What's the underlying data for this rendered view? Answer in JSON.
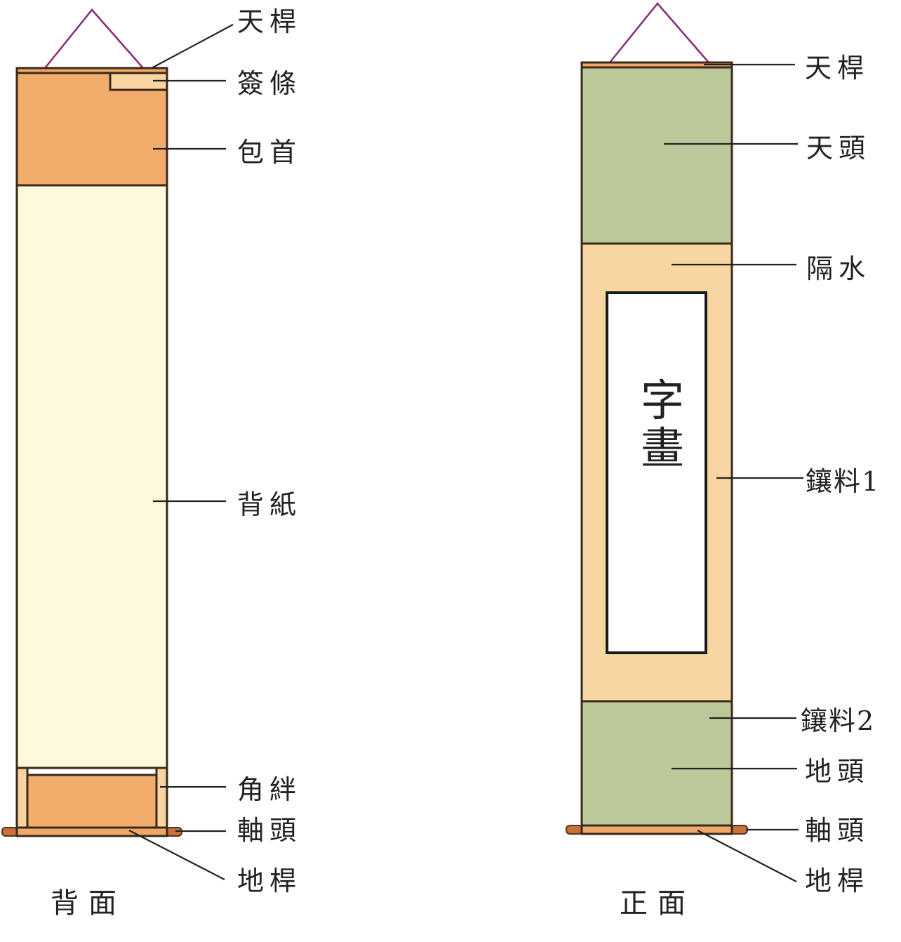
{
  "colors": {
    "hanger_cord": "#8b2a7a",
    "rod": "#f0a868",
    "baoshou": "#f2ad6c",
    "label_strip": "#f8d4a0",
    "backing_paper": "#fef9dc",
    "tiantou_ditou": "#bbc99a",
    "mount_border": "#f8d6a2",
    "artwork": "#ffffff",
    "roller_end": "#c8703e",
    "outline": "#3a2a1a"
  },
  "back_view": {
    "title": "背面",
    "labels": {
      "top_rod": "天桿",
      "label_strip": "簽條",
      "head_wrap": "包首",
      "backing_paper": "背紙",
      "corner_strip": "角絆",
      "roller_end": "軸頭",
      "bottom_rod": "地桿"
    }
  },
  "front_view": {
    "title": "正面",
    "artwork_text": [
      "字",
      "畫"
    ],
    "labels": {
      "top_rod": "天桿",
      "heaven_head": "天頭",
      "separator": "隔水",
      "border_1": "鑲料1",
      "border_2": "鑲料2",
      "earth_head": "地頭",
      "roller_end": "軸頭",
      "bottom_rod": "地桿"
    }
  }
}
